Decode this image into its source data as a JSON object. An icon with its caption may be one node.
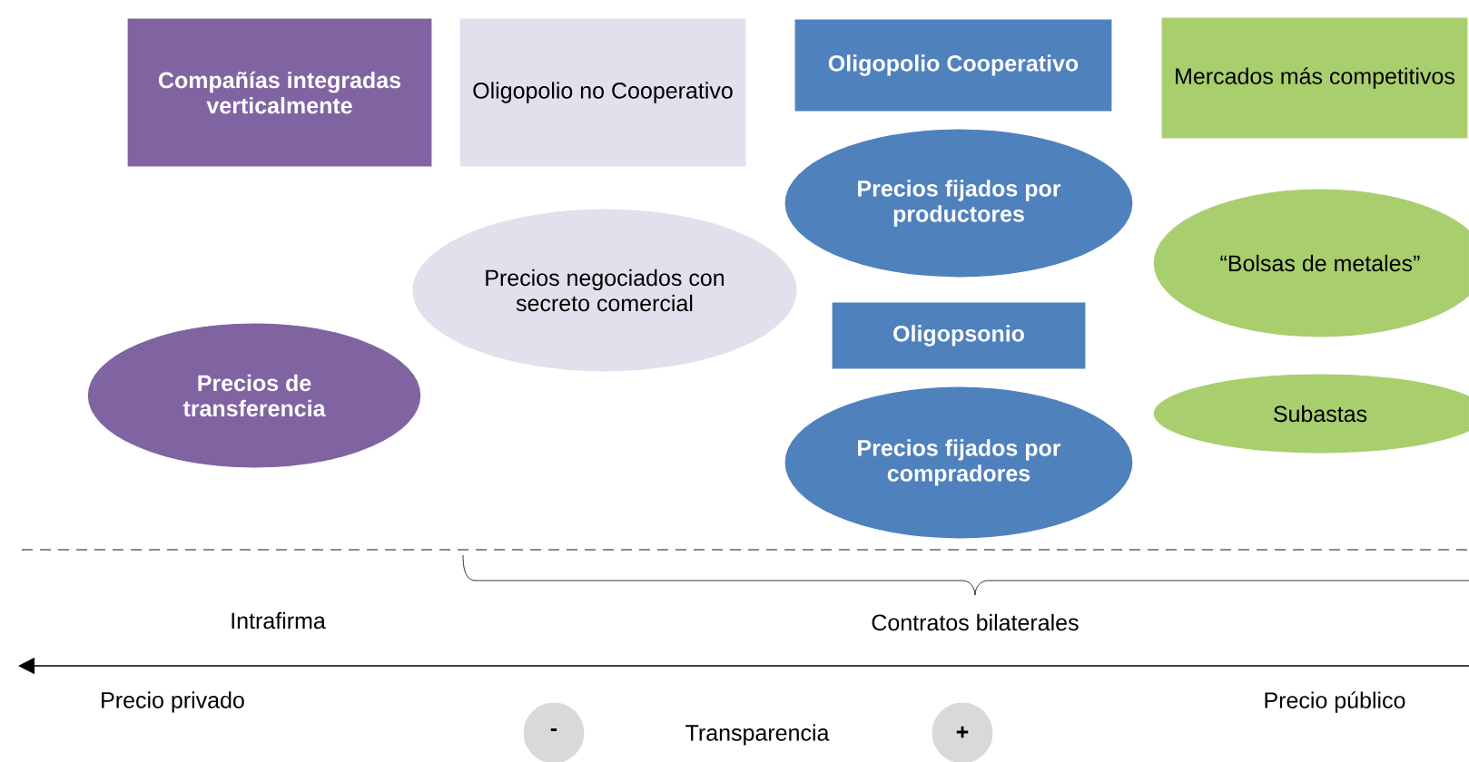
{
  "diagram": {
    "nodes": [
      {
        "text": [
          "Compañías integradas verticalmente"
        ]
      },
      {
        "text": [
          "Oligopolio no Cooperativo"
        ]
      },
      {
        "text": [
          "Oligopolio Cooperativo"
        ]
      },
      {
        "text": [
          "Mercados más competitivos"
        ]
      },
      {
        "text": [
          "Precios negociados con secreto comercial"
        ]
      },
      {
        "text": [
          "Precios fijados por productores"
        ]
      },
      {
        "text": [
          "“Bolsas de metales”"
        ]
      },
      {
        "text": [
          "Oligopsonio"
        ]
      },
      {
        "text": [
          "Precios de transferencia"
        ]
      },
      {
        "text": [
          "Subastas"
        ]
      },
      {
        "text": [
          "Precios fijados por compradores"
        ]
      },
      {
        "text": [
          "-"
        ]
      },
      {
        "text": [
          "+"
        ]
      }
    ],
    "labels": [
      "Intrafirma",
      "Contratos bilaterales",
      "Precio privado",
      "Precio público",
      "Transparencia"
    ]
  }
}
